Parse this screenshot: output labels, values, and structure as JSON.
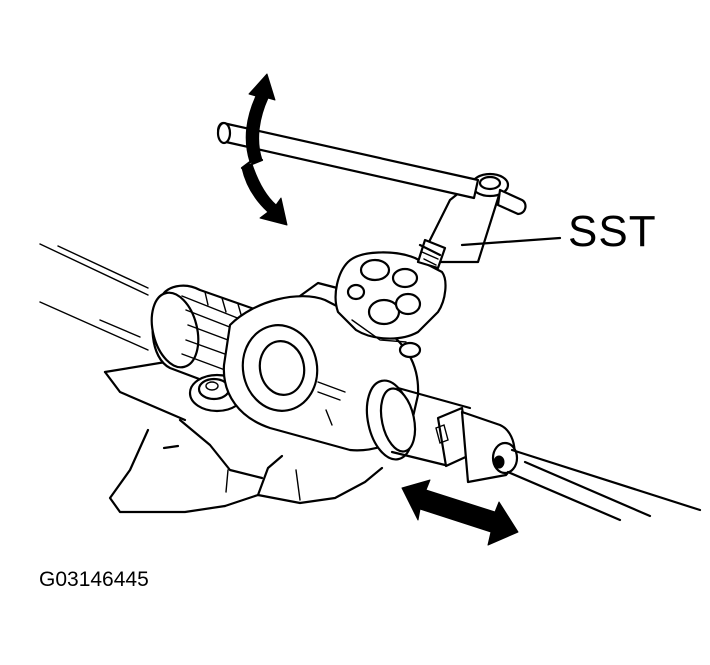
{
  "figure": {
    "tool_label": "SST",
    "figure_code": "G03146445"
  },
  "icons": {
    "rotate_arrow": "curved-double-arrow",
    "slide_arrow": "straight-double-arrow"
  },
  "colors": {
    "line": "#000000",
    "background": "#ffffff"
  }
}
